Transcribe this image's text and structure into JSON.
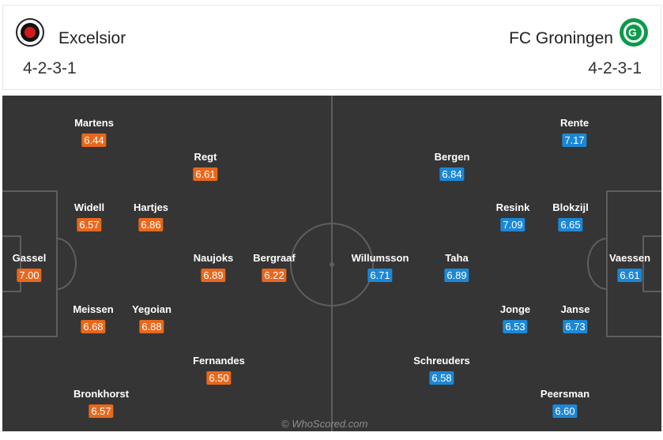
{
  "home": {
    "name": "Excelsior",
    "formation": "4-2-3-1",
    "crest_icon": "excelsior-crest-icon",
    "rating_color": "#e8681d",
    "players": [
      {
        "name": "Gassel",
        "rating": "7.00"
      },
      {
        "name": "Martens",
        "rating": "6.44"
      },
      {
        "name": "Widell",
        "rating": "6.57"
      },
      {
        "name": "Meissen",
        "rating": "6.68"
      },
      {
        "name": "Bronkhorst",
        "rating": "6.57"
      },
      {
        "name": "Hartjes",
        "rating": "6.86"
      },
      {
        "name": "Yegoian",
        "rating": "6.88"
      },
      {
        "name": "Regt",
        "rating": "6.61"
      },
      {
        "name": "Naujoks",
        "rating": "6.89"
      },
      {
        "name": "Fernandes",
        "rating": "6.50"
      },
      {
        "name": "Bergraaf",
        "rating": "6.22"
      }
    ]
  },
  "away": {
    "name": "FC Groningen",
    "formation": "4-2-3-1",
    "crest_icon": "fc-groningen-crest-icon",
    "rating_color": "#1d87d6",
    "players": [
      {
        "name": "Vaessen",
        "rating": "6.61"
      },
      {
        "name": "Rente",
        "rating": "7.17"
      },
      {
        "name": "Blokzijl",
        "rating": "6.65"
      },
      {
        "name": "Janse",
        "rating": "6.73"
      },
      {
        "name": "Peersman",
        "rating": "6.60"
      },
      {
        "name": "Resink",
        "rating": "7.09"
      },
      {
        "name": "Jonge",
        "rating": "6.53"
      },
      {
        "name": "Bergen",
        "rating": "6.84"
      },
      {
        "name": "Taha",
        "rating": "6.89"
      },
      {
        "name": "Schreuders",
        "rating": "6.58"
      },
      {
        "name": "Willumsson",
        "rating": "6.71"
      }
    ]
  },
  "watermark": "© WhoScored.com",
  "pitch_color": "#353535"
}
